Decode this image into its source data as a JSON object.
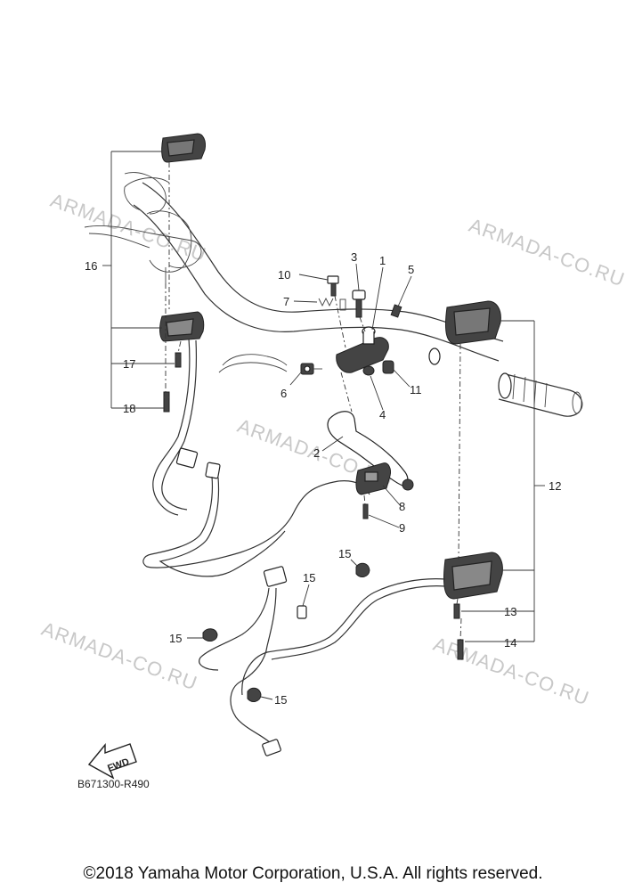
{
  "watermark_text": "ARMADA-CO.RU",
  "callouts": {
    "c1": "1",
    "c2": "2",
    "c3": "3",
    "c4": "4",
    "c5": "5",
    "c6": "6",
    "c7": "7",
    "c8": "8",
    "c9": "9",
    "c10": "10",
    "c11": "11",
    "c12": "12",
    "c13": "13",
    "c14": "14",
    "c15a": "15",
    "c15b": "15",
    "c15c": "15",
    "c15d": "15",
    "c16": "16",
    "c17": "17",
    "c18": "18"
  },
  "fwd_label": "FWD",
  "ref_code": "B671300-R490",
  "copyright": "©2018 Yamaha Motor Corporation, U.S.A. All rights reserved."
}
